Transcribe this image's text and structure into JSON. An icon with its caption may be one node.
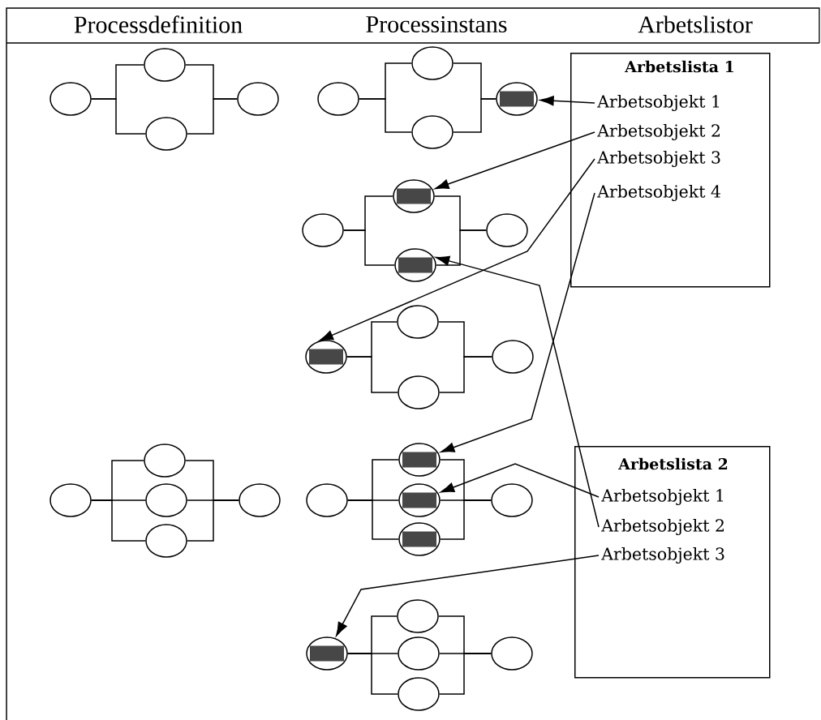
{
  "diagram": {
    "labels": [
      "Processdefinition",
      "Processinstans",
      "Arbetslistor"
    ],
    "nodes": [
      {
        "text": [],
        "shape": "ellipse"
      },
      {
        "text": [],
        "shape": "ellipse"
      },
      {
        "text": [],
        "shape": "ellipse"
      },
      {
        "text": [],
        "shape": "ellipse"
      },
      {
        "text": [],
        "shape": "ellipse"
      },
      {
        "text": [],
        "shape": "ellipse"
      },
      {
        "text": [],
        "shape": "ellipse"
      },
      {
        "text": [],
        "shape": "ellipse"
      },
      {
        "text": [],
        "shape": "bar",
        "in": 7
      },
      {
        "text": [
          "Arbetslista 1"
        ]
      },
      {
        "text": [
          "Arbetsobjekt 1"
        ],
        "in": 9
      },
      {
        "text": [
          "Arbetsobjekt 2"
        ],
        "in": 9
      },
      {
        "text": [
          "Arbetsobjekt 3"
        ],
        "in": 9
      },
      {
        "text": [
          "Arbetsobjekt 4"
        ],
        "in": 9
      },
      {
        "text": [],
        "shape": "ellipse"
      },
      {
        "text": [],
        "shape": "ellipse"
      },
      {
        "text": [],
        "shape": "bar",
        "in": 15
      },
      {
        "text": [],
        "shape": "ellipse"
      },
      {
        "text": [],
        "shape": "bar",
        "in": 17
      },
      {
        "text": [],
        "shape": "ellipse"
      },
      {
        "text": [],
        "shape": "ellipse"
      },
      {
        "text": [],
        "shape": "bar",
        "in": 20
      },
      {
        "text": [],
        "shape": "ellipse"
      },
      {
        "text": [],
        "shape": "ellipse"
      },
      {
        "text": [],
        "shape": "ellipse"
      },
      {
        "text": [],
        "shape": "ellipse"
      },
      {
        "text": [],
        "shape": "ellipse"
      },
      {
        "text": [],
        "shape": "ellipse"
      },
      {
        "text": [],
        "shape": "ellipse"
      },
      {
        "text": [],
        "shape": "ellipse"
      },
      {
        "text": [],
        "shape": "ellipse"
      },
      {
        "text": [],
        "shape": "ellipse"
      },
      {
        "text": [],
        "shape": "bar",
        "in": 31
      },
      {
        "text": [],
        "shape": "ellipse"
      },
      {
        "text": [],
        "shape": "bar",
        "in": 33
      },
      {
        "text": [],
        "shape": "ellipse"
      },
      {
        "text": [],
        "shape": "bar",
        "in": 35
      },
      {
        "text": [],
        "shape": "ellipse"
      },
      {
        "text": [
          "Arbetslista 2"
        ]
      },
      {
        "text": [
          "Arbetsobjekt 1"
        ],
        "in": 38
      },
      {
        "text": [
          "Arbetsobjekt 2"
        ],
        "in": 38
      },
      {
        "text": [
          "Arbetsobjekt 3"
        ],
        "in": 38
      },
      {
        "text": [],
        "shape": "ellipse"
      },
      {
        "text": [],
        "shape": "bar",
        "in": 42
      },
      {
        "text": [],
        "shape": "ellipse"
      },
      {
        "text": [],
        "shape": "ellipse"
      },
      {
        "text": [],
        "shape": "ellipse"
      },
      {
        "text": [],
        "shape": "ellipse"
      }
    ],
    "edges": [
      {
        "from": 0,
        "to": 1,
        "arrow": "none"
      },
      {
        "from": 0,
        "to": 2,
        "arrow": "none"
      },
      {
        "from": 1,
        "to": 3,
        "arrow": "none"
      },
      {
        "from": 2,
        "to": 3,
        "arrow": "none"
      },
      {
        "from": 4,
        "to": 5,
        "arrow": "none"
      },
      {
        "from": 4,
        "to": 6,
        "arrow": "none"
      },
      {
        "from": 5,
        "to": 7,
        "arrow": "none"
      },
      {
        "from": 6,
        "to": 7,
        "arrow": "none"
      },
      {
        "from": 14,
        "to": 15,
        "arrow": "none"
      },
      {
        "from": 14,
        "to": 17,
        "arrow": "none"
      },
      {
        "from": 15,
        "to": 19,
        "arrow": "none"
      },
      {
        "from": 17,
        "to": 19,
        "arrow": "none"
      },
      {
        "from": 20,
        "to": 22,
        "arrow": "none"
      },
      {
        "from": 20,
        "to": 23,
        "arrow": "none"
      },
      {
        "from": 22,
        "to": 24,
        "arrow": "none"
      },
      {
        "from": 23,
        "to": 24,
        "arrow": "none"
      },
      {
        "from": 25,
        "to": 26,
        "arrow": "none"
      },
      {
        "from": 25,
        "to": 27,
        "arrow": "none"
      },
      {
        "from": 25,
        "to": 28,
        "arrow": "none"
      },
      {
        "from": 26,
        "to": 29,
        "arrow": "none"
      },
      {
        "from": 27,
        "to": 29,
        "arrow": "none"
      },
      {
        "from": 28,
        "to": 29,
        "arrow": "none"
      },
      {
        "from": 30,
        "to": 31,
        "arrow": "none"
      },
      {
        "from": 30,
        "to": 33,
        "arrow": "none"
      },
      {
        "from": 30,
        "to": 35,
        "arrow": "none"
      },
      {
        "from": 31,
        "to": 37,
        "arrow": "none"
      },
      {
        "from": 33,
        "to": 37,
        "arrow": "none"
      },
      {
        "from": 35,
        "to": 37,
        "arrow": "none"
      },
      {
        "from": 42,
        "to": 44,
        "arrow": "none"
      },
      {
        "from": 42,
        "to": 45,
        "arrow": "none"
      },
      {
        "from": 42,
        "to": 46,
        "arrow": "none"
      },
      {
        "from": 44,
        "to": 47,
        "arrow": "none"
      },
      {
        "from": 45,
        "to": 47,
        "arrow": "none"
      },
      {
        "from": 46,
        "to": 47,
        "arrow": "none"
      },
      {
        "from": 10,
        "to": 7,
        "arrow": "to"
      },
      {
        "from": 11,
        "to": 15,
        "arrow": "to"
      },
      {
        "from": 12,
        "to": 20,
        "arrow": "to"
      },
      {
        "from": 13,
        "to": 31,
        "arrow": "to"
      },
      {
        "from": 39,
        "to": 33,
        "arrow": "to"
      },
      {
        "from": 40,
        "to": 17,
        "arrow": "to"
      },
      {
        "from": 41,
        "to": 42,
        "arrow": "to"
      }
    ]
  }
}
